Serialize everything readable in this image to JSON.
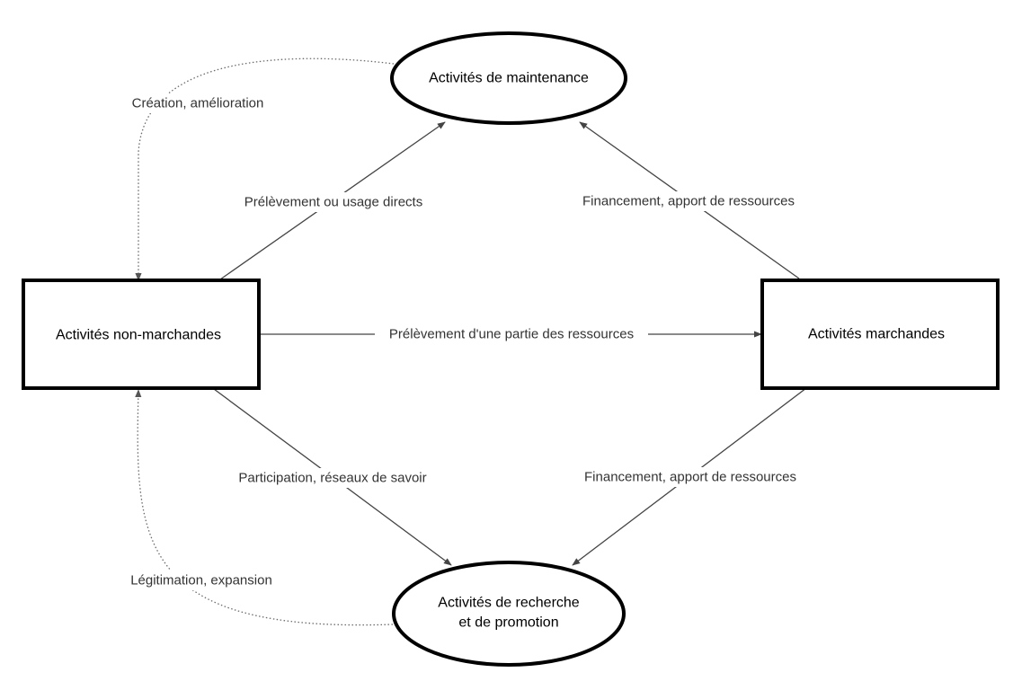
{
  "nodes": {
    "maintenance": {
      "lines": [
        "Activités de maintenance"
      ],
      "shape": "ellipse"
    },
    "non_marchandes": {
      "lines": [
        "Activités non-marchandes"
      ],
      "shape": "rectangle"
    },
    "marchandes": {
      "lines": [
        "Activités marchandes"
      ],
      "shape": "rectangle"
    },
    "recherche": {
      "lines": [
        "Activités de recherche",
        "et de promotion"
      ],
      "shape": "ellipse"
    }
  },
  "edges": {
    "creation": {
      "label": "Création, amélioration",
      "from": "maintenance",
      "to": "non_marchandes",
      "style": "dotted"
    },
    "prelevement_direct": {
      "label": "Prélèvement ou usage directs",
      "from": "non_marchandes",
      "to": "maintenance",
      "style": "solid"
    },
    "financement_maintenance": {
      "label": "Financement, apport de ressources",
      "from": "marchandes",
      "to": "maintenance",
      "style": "solid"
    },
    "prelevement_partie": {
      "label": "Prélèvement d'une partie des ressources",
      "from": "non_marchandes",
      "to": "marchandes",
      "style": "solid"
    },
    "participation": {
      "label": "Participation, réseaux de savoir",
      "from": "non_marchandes",
      "to": "recherche",
      "style": "solid"
    },
    "financement_recherche": {
      "label": "Financement, apport de ressources",
      "from": "marchandes",
      "to": "recherche",
      "style": "solid"
    },
    "legitimation": {
      "label": "Légitimation, expansion",
      "from": "recherche",
      "to": "non_marchandes",
      "style": "dotted"
    }
  }
}
